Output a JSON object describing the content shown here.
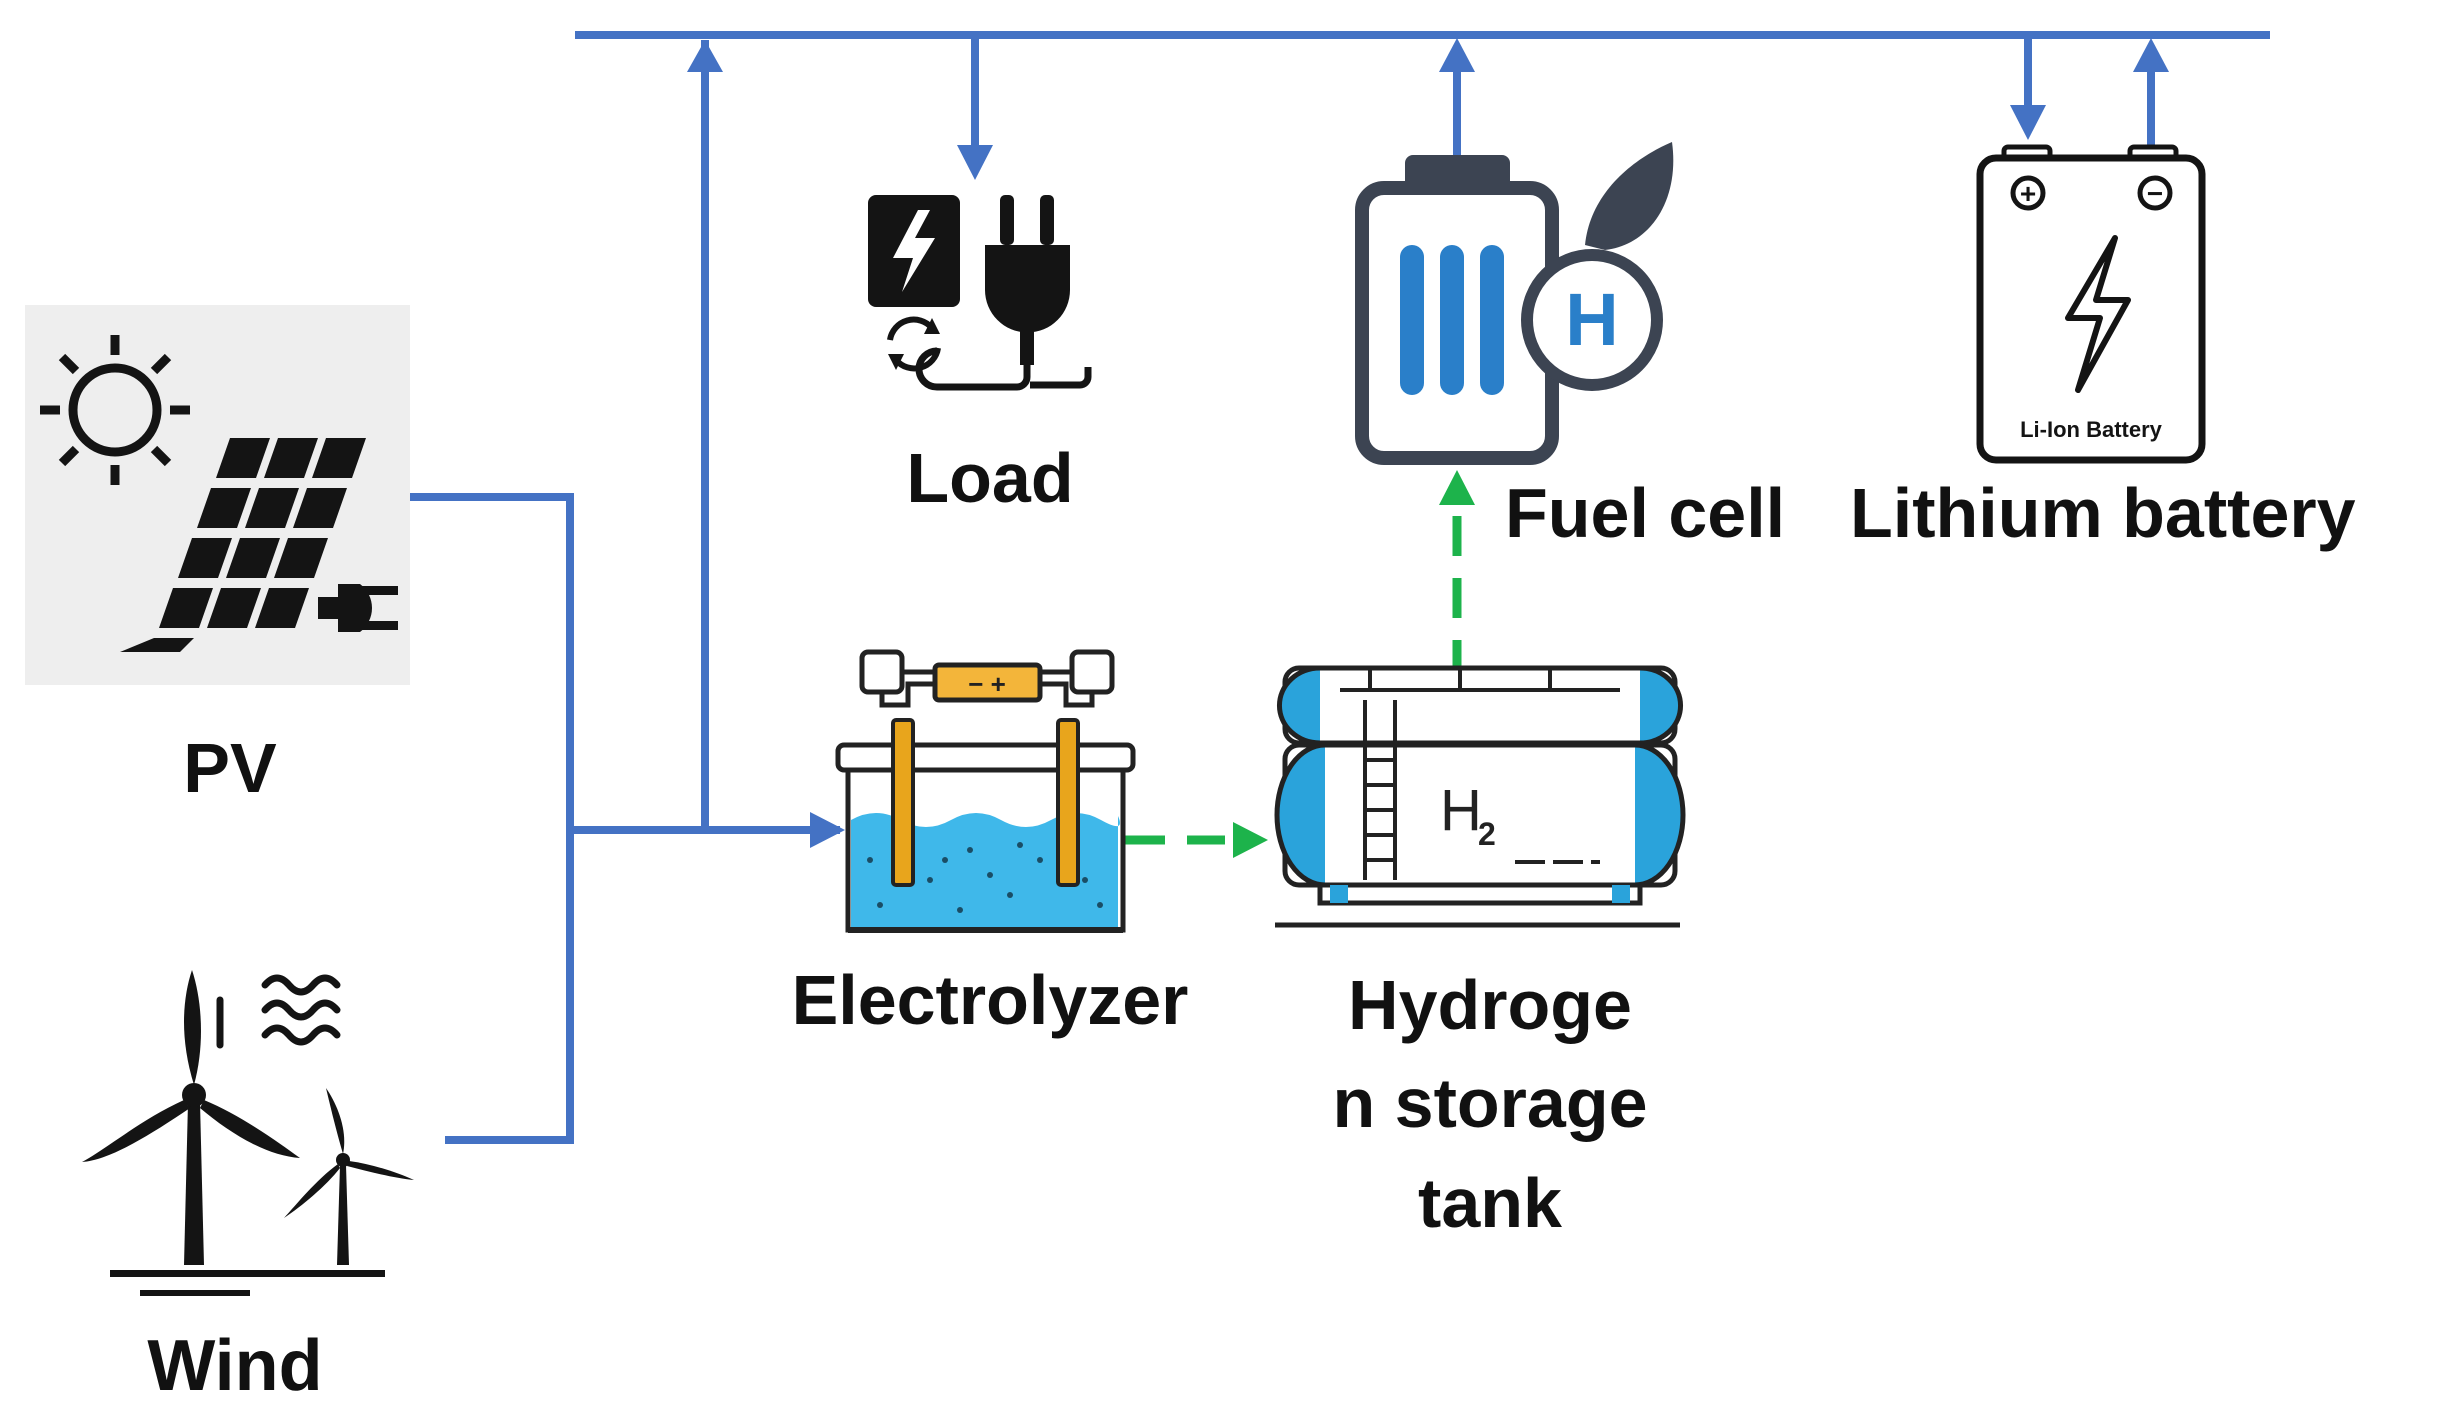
{
  "colors": {
    "power_line": "#4472C4",
    "hydrogen_flow": "#1DB34B",
    "icon_dark": "#141414",
    "water": "#3FB8EA",
    "electrode": "#E8A51C",
    "tank_blue": "#2AA3DB",
    "fuel_cell_bar": "#2A7FC9",
    "fuel_cell_outline": "#3C4452"
  },
  "icons": {
    "pv": "solar-panel-with-sun-and-plug",
    "wind": "wind-turbines",
    "load": "plug-and-charger",
    "electrolyzer": "electrolysis-cell",
    "hydrogen_tank": "hydrogen-storage-tank",
    "fuel_cell": "hydrogen-fuel-cell",
    "battery": "lithium-ion-battery"
  },
  "labels": {
    "pv": "PV",
    "wind": "Wind",
    "load": "Load",
    "electrolyzer": "Electrolyzer",
    "tank_line1": "Hydroge",
    "tank_line2": "n storage",
    "tank_line3": "tank",
    "fuel_cell": "Fuel cell",
    "battery": "Lithium battery"
  },
  "icon_text": {
    "h2": "H",
    "h2_subscript": "2",
    "fuel_cell_letter": "H",
    "battery_caption": "Li-Ion Battery",
    "battery_plus": "+",
    "battery_minus": "−",
    "electrolyzer_polarity": "− +"
  }
}
